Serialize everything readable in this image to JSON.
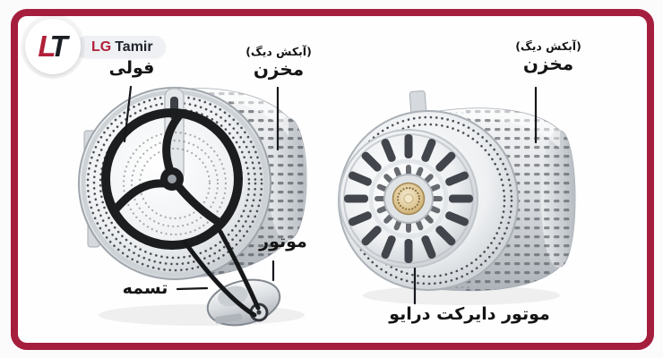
{
  "logo": {
    "monogram": {
      "l": "L",
      "t": "T"
    },
    "brand": {
      "lg": "LG",
      "name": "Tamir"
    }
  },
  "diagram": {
    "left_machine": {
      "note": "(آبکش دیگ)",
      "tub": "مخزن",
      "pulley": "فولی",
      "motor": "موتور",
      "belt": "تسمه"
    },
    "right_machine": {
      "note": "(آبکش دیگ)",
      "tub": "مخزن",
      "motor": "موتور دایرکت درایو"
    }
  },
  "colors": {
    "frame": "#a51e3d",
    "logo_red": "#b22039",
    "label_text": "#141414",
    "pulley_black": "#1c1d1f",
    "hub_gold": "#ddc492",
    "metal_silver": "#ccd1d5"
  }
}
